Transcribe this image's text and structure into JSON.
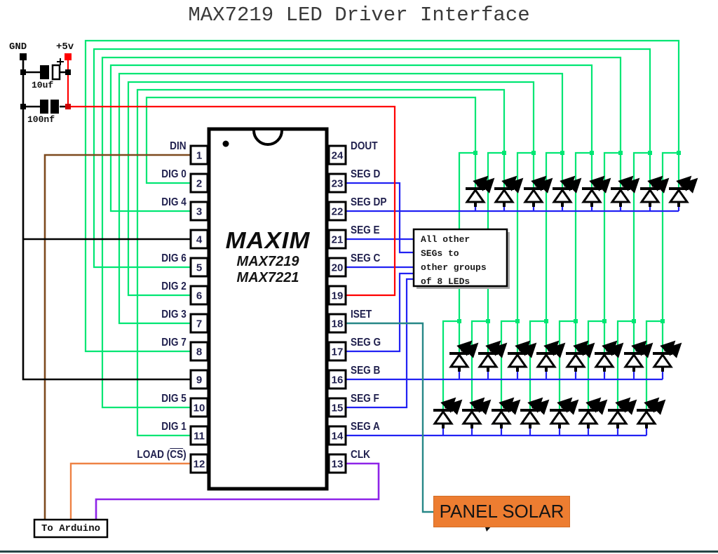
{
  "title": "MAX7219 LED Driver Interface",
  "colors": {
    "green": "#00e673",
    "blue": "#2121f3",
    "red": "#ff0000",
    "red_node": "#cc0000",
    "teal": "#268787",
    "purple": "#8e24e8",
    "brown": "#7d4a1e",
    "orange": "#ee8244",
    "black": "#000000",
    "panel_fill": "#ed7d31",
    "footer": "#254545"
  },
  "power": {
    "gnd_label": "GND",
    "vcc_label": "+5v"
  },
  "capacitors": {
    "cap1_label": "10uf",
    "cap2_label": "100nf"
  },
  "ic": {
    "brand": "MAXIM",
    "model_1": "MAX7219",
    "model_2": "MAX7221"
  },
  "pins": {
    "left": [
      {
        "num": "1",
        "label": "DIN"
      },
      {
        "num": "2",
        "label": "DIG 0"
      },
      {
        "num": "3",
        "label": "DIG 4"
      },
      {
        "num": "4",
        "label": ""
      },
      {
        "num": "5",
        "label": "DIG 6"
      },
      {
        "num": "6",
        "label": "DIG 2"
      },
      {
        "num": "7",
        "label": "DIG 3"
      },
      {
        "num": "8",
        "label": "DIG 7"
      },
      {
        "num": "9",
        "label": ""
      },
      {
        "num": "10",
        "label": "DIG 5"
      },
      {
        "num": "11",
        "label": "DIG 1"
      },
      {
        "num": "12",
        "label_pre": "LOAD (",
        "label_ov": "CS",
        "label_post": ")"
      }
    ],
    "right": [
      {
        "num": "24",
        "label": "DOUT"
      },
      {
        "num": "23",
        "label": "SEG D"
      },
      {
        "num": "22",
        "label": "SEG DP"
      },
      {
        "num": "21",
        "label": "SEG E"
      },
      {
        "num": "20",
        "label": "SEG C"
      },
      {
        "num": "19",
        "label": ""
      },
      {
        "num": "18",
        "label": "ISET"
      },
      {
        "num": "17",
        "label": "SEG G"
      },
      {
        "num": "16",
        "label": "SEG B"
      },
      {
        "num": "15",
        "label": "SEG F"
      },
      {
        "num": "14",
        "label": "SEG A"
      },
      {
        "num": "13",
        "label": "CLK"
      }
    ]
  },
  "annotation_box": {
    "lines": [
      "All other",
      "SEGs to",
      "other groups",
      "of 8 LEDs"
    ]
  },
  "to_arduino_label": "To Arduino",
  "panel_solar_label": "PANEL SOLAR",
  "led_matrix": {
    "rows": 3,
    "leds_per_row": 8,
    "row_segment_lines": [
      "SEG DP",
      "SEG B",
      "SEG A"
    ],
    "digit_lines": [
      "DIG 0",
      "DIG 1",
      "DIG 2",
      "DIG 3",
      "DIG 4",
      "DIG 5",
      "DIG 6",
      "DIG 7"
    ]
  }
}
